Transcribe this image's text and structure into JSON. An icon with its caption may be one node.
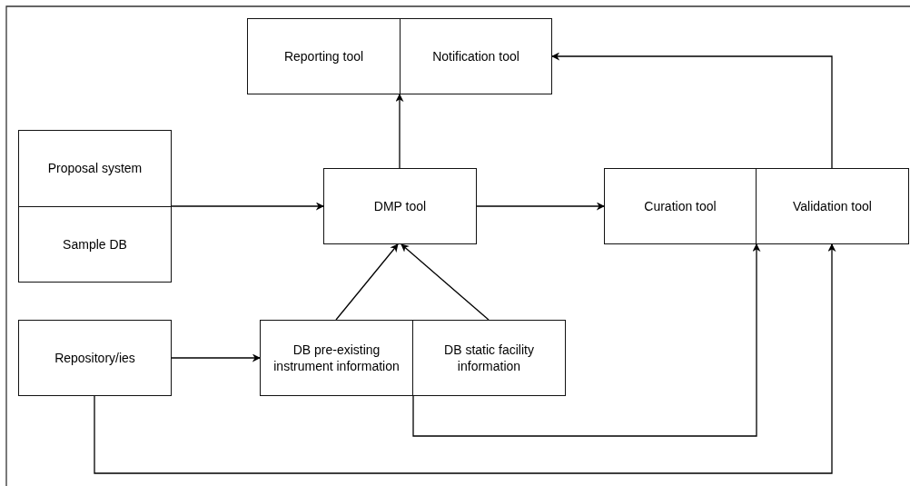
{
  "diagram": {
    "nodes": [
      {
        "text": [
          "Reporting tool"
        ]
      },
      {
        "text": [
          "Notification tool"
        ]
      },
      {
        "text": [
          "Proposal system"
        ]
      },
      {
        "text": [
          "Sample DB"
        ]
      },
      {
        "text": [
          "DMP tool"
        ]
      },
      {
        "text": [
          "Curation tool"
        ]
      },
      {
        "text": [
          "Validation tool"
        ]
      },
      {
        "text": [
          "Repository/ies"
        ]
      },
      {
        "text": [
          "DB pre-existing instrument information"
        ]
      },
      {
        "text": [
          "DB static facility information"
        ]
      }
    ],
    "edges": [
      {
        "from": 2,
        "to": 4,
        "arrow": "to"
      },
      {
        "from": 4,
        "to": 0,
        "arrow": "to"
      },
      {
        "from": 6,
        "to": 1,
        "arrow": "to"
      },
      {
        "from": 4,
        "to": 5,
        "arrow": "to"
      },
      {
        "from": 8,
        "to": 4,
        "arrow": "to"
      },
      {
        "from": 9,
        "to": 4,
        "arrow": "to"
      },
      {
        "from": 7,
        "to": 8,
        "arrow": "to"
      },
      {
        "from": 8,
        "to": 5,
        "arrow": "to"
      },
      {
        "from": 7,
        "to": 6,
        "arrow": "to"
      }
    ]
  }
}
